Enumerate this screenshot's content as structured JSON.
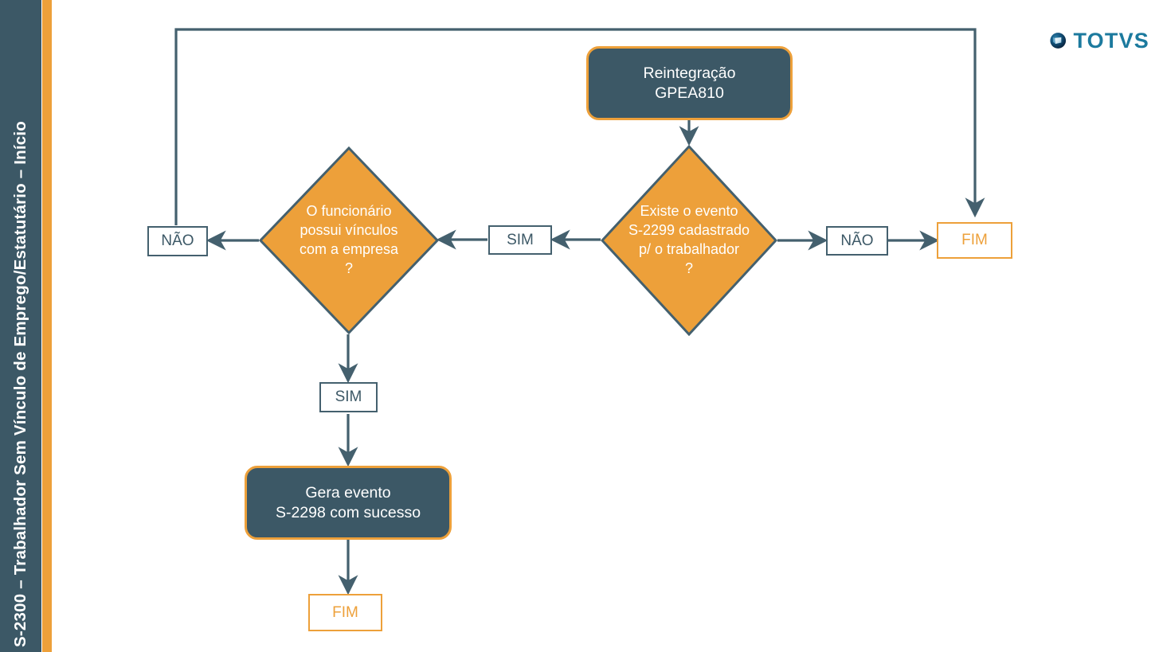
{
  "sidebar": {
    "title": "S-2300 – Trabalhador Sem Vínculo de Emprego/Estatutário – Início",
    "band_color": "#3C5866",
    "accent_color": "#EDA03A"
  },
  "logo": {
    "brand": "TOTVS",
    "mark_name": "totvs-circle-logo",
    "text_color": "#1C7A9E"
  },
  "palette": {
    "dark_teal": "#3C5866",
    "orange": "#EDA03A",
    "line": "#44606E",
    "white": "#FFFFFF"
  },
  "flow": {
    "start": {
      "line1": "Reintegração",
      "line2": "GPEA810"
    },
    "decision_right": {
      "text": "Existe o evento\nS-2299 cadastrado\np/ o trabalhador\n?"
    },
    "decision_left": {
      "text": "O funcionário\npossui vínculos\ncom a empresa\n?"
    },
    "tag_sim_middle": "SIM",
    "tag_nao_right": "NÃO",
    "tag_nao_left": "NÃO",
    "tag_sim_down": "SIM",
    "end_right": "FIM",
    "end_bottom": "FIM",
    "process_success": {
      "line1": "Gera evento",
      "line2": "S-2298 com sucesso"
    }
  }
}
